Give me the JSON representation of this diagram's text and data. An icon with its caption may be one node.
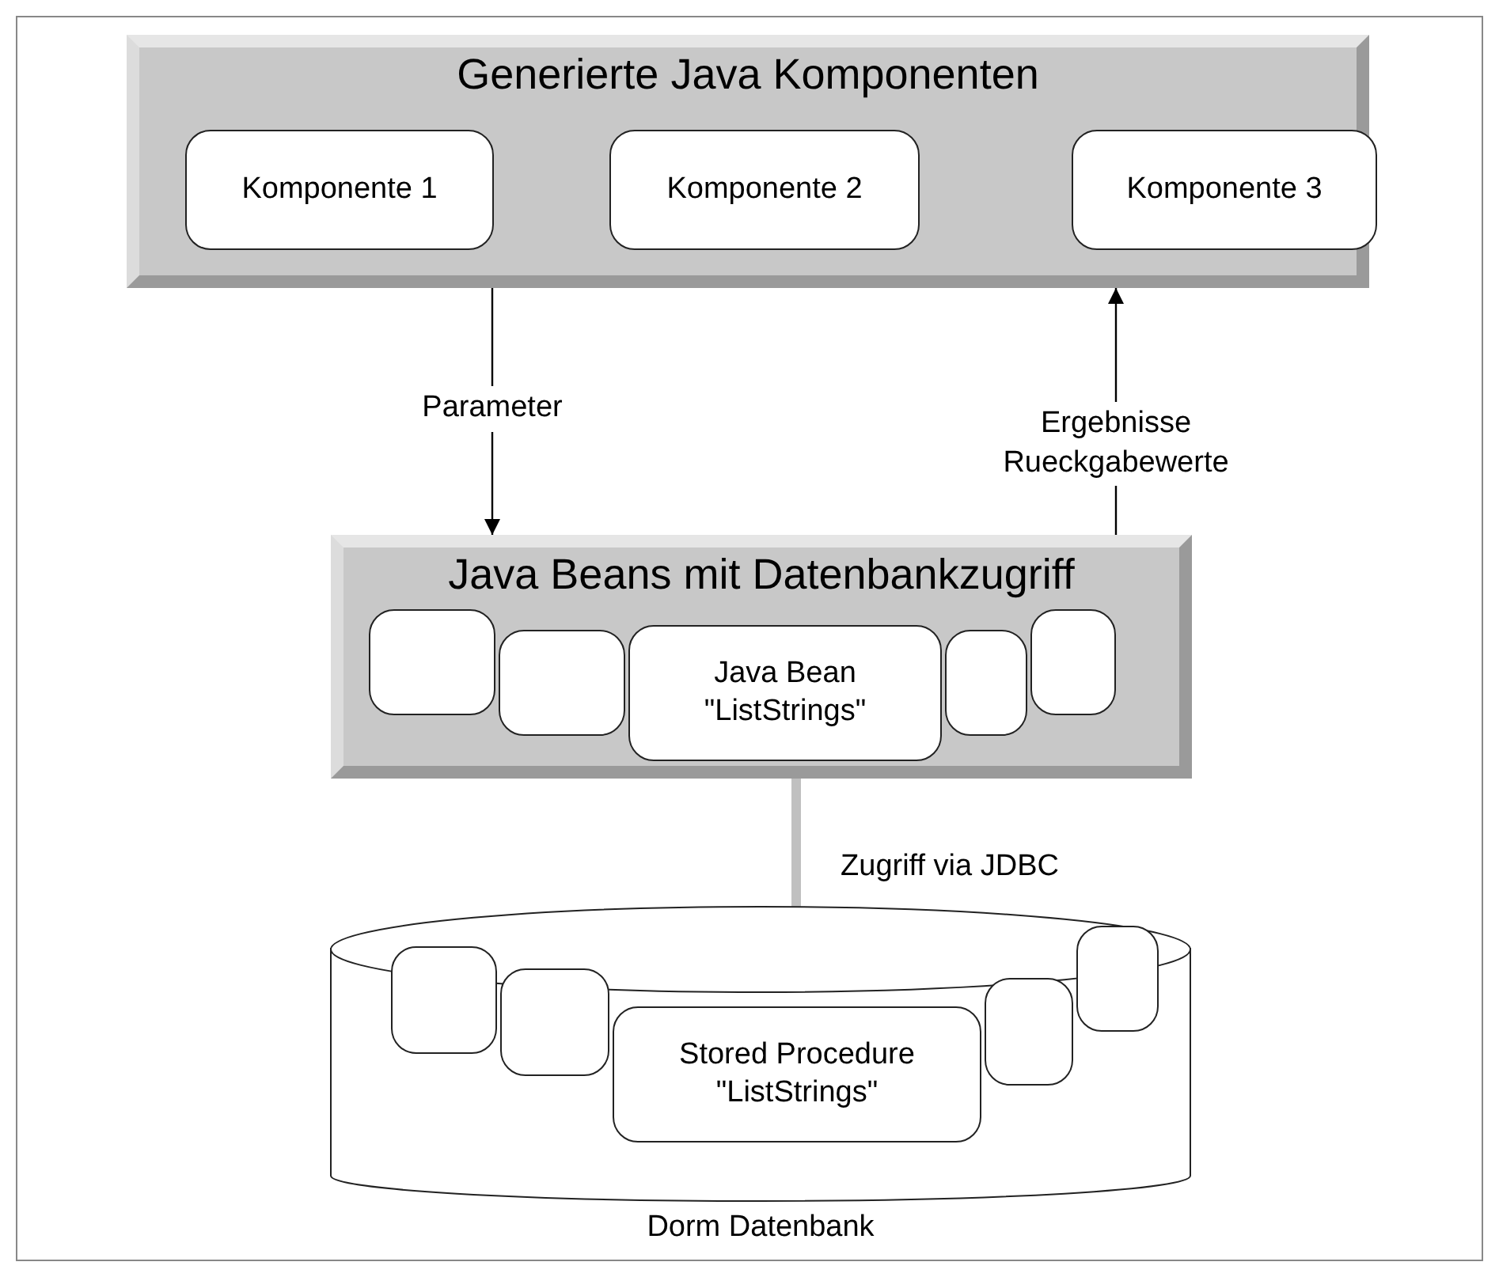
{
  "diagram": {
    "nodes": [
      {
        "text": [
          "Generierte Java Komponenten"
        ]
      },
      {
        "text": [
          "Komponente 1"
        ],
        "in": 0
      },
      {
        "text": [
          "Komponente 2"
        ],
        "in": 0
      },
      {
        "text": [
          "Komponente 3"
        ],
        "in": 0
      },
      {
        "text": [
          "Java Beans mit Datenbankzugriff"
        ]
      },
      {
        "text": [],
        "shape": "box",
        "in": 4
      },
      {
        "text": [],
        "shape": "box",
        "in": 4
      },
      {
        "text": [],
        "shape": "box",
        "in": 4
      },
      {
        "text": [],
        "shape": "box",
        "in": 4
      },
      {
        "text": [
          "Java Bean \"ListStrings\""
        ],
        "in": 4
      },
      {
        "text": [
          "Dorm Datenbank"
        ]
      },
      {
        "text": [],
        "shape": "box",
        "in": 10
      },
      {
        "text": [],
        "shape": "box",
        "in": 10
      },
      {
        "text": [],
        "shape": "box",
        "in": 10
      },
      {
        "text": [],
        "shape": "box",
        "in": 10
      },
      {
        "text": [
          "Stored Procedure \"ListStrings\""
        ],
        "in": 10
      }
    ],
    "edges": [
      {
        "from": 0,
        "to": 4,
        "arrow": "to",
        "label": "Parameter"
      },
      {
        "from": 4,
        "to": 0,
        "arrow": "to",
        "label": "Ergebnisse Rueckgabewerte"
      },
      {
        "from": 9,
        "to": 10,
        "arrow": "none",
        "label": "Zugriff  via JDBC",
        "style": "thick",
        "color": "#c0c0c0"
      }
    ]
  }
}
